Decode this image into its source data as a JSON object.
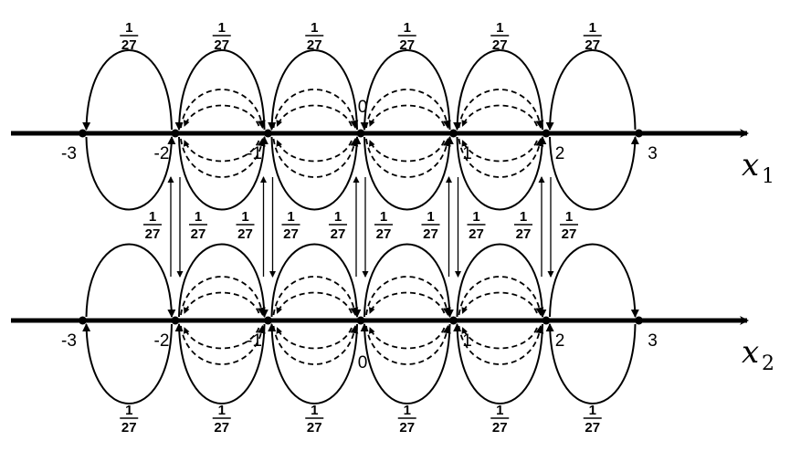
{
  "probability": {
    "numerator": "1",
    "denominator": "27"
  },
  "axes": [
    {
      "name": "x",
      "subscript": "1",
      "zero_label": "0",
      "tick_labels": [
        "-3",
        "-2",
        "-1",
        "1",
        "2",
        "3"
      ]
    },
    {
      "name": "x",
      "subscript": "2",
      "zero_label": "0",
      "tick_labels": [
        "-3",
        "-2",
        "-1",
        "1",
        "2",
        "3"
      ]
    }
  ],
  "points": [
    -3,
    -2,
    -1,
    0,
    1,
    2,
    3
  ],
  "inter_axis_links": [
    -2,
    -1,
    0,
    1,
    2
  ]
}
